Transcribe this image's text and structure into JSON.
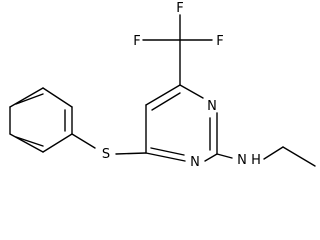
{
  "molecule": {
    "atoms": {
      "f_top": "F",
      "f_left": "F",
      "f_right": "F",
      "n_ring_top": "N",
      "n_ring_bottom": "N",
      "s_thioether": "S",
      "n_amine": "N",
      "h_amine": "H"
    }
  }
}
